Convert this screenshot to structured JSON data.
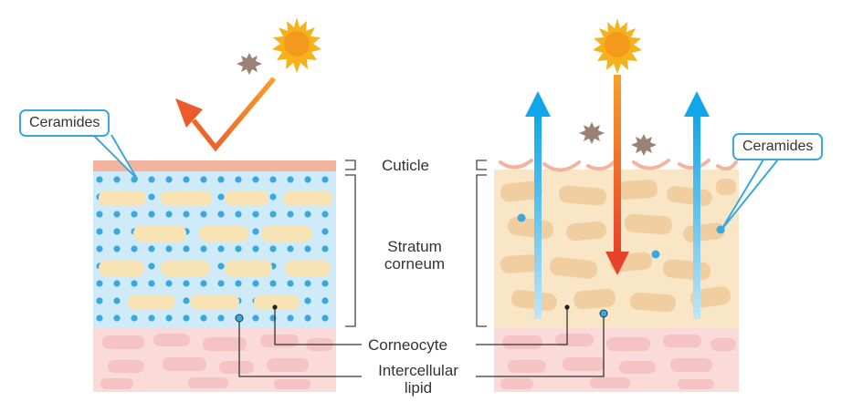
{
  "labels": {
    "ceramides_left": "Ceramides",
    "ceramides_right": "Ceramides",
    "cuticle": "Cuticle",
    "stratum_line1": "Stratum",
    "stratum_line2": "corneum",
    "corneocyte": "Corneocyte",
    "lipid_line1": "Intercellular",
    "lipid_line2": "lipid"
  },
  "panels": {
    "left": {
      "state": "healthy",
      "cuticle_color": "#f4b39f",
      "layer_color": "#cfeaf8",
      "cell_color": "#f8e3b4"
    },
    "right": {
      "state": "damaged",
      "layer_color": "#f8e6c6",
      "cell_color": "#f1ce9f"
    }
  },
  "colors": {
    "lipid_dot": "#3aa8dc",
    "arrow_blue": "#1aa7e8",
    "arrow_red": "#e8412a",
    "sun": "#f6b21b",
    "particle": "#9a8276",
    "dermis": "#fbdada"
  },
  "icons": [
    "sun-icon",
    "dust-particle-icon",
    "reflected-arrow-icon",
    "moisture-loss-arrow-icon",
    "uv-penetration-arrow-icon"
  ]
}
